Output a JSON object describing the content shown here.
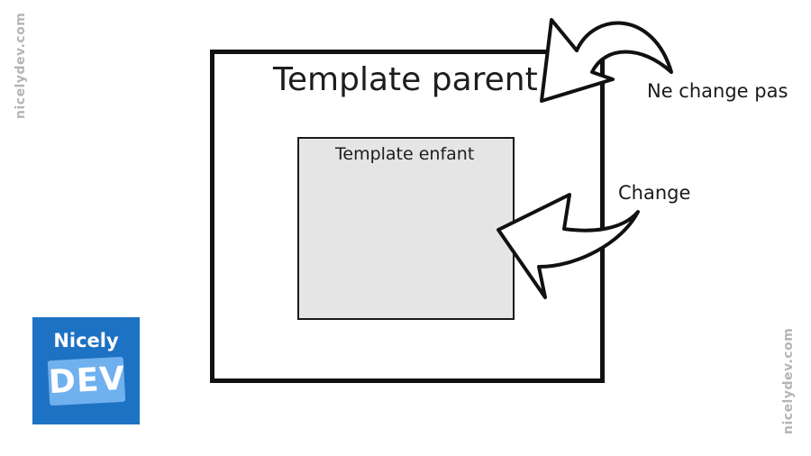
{
  "watermark_text": "nicelydev.com",
  "diagram": {
    "parent_title": "Template parent",
    "child_title": "Template enfant",
    "arrow_top_label": "Ne change pas",
    "arrow_bottom_label": "Change"
  },
  "logo": {
    "top_text": "Nicely",
    "bottom_text": "DEV",
    "background_color": "#1e72c4",
    "accent_color": "#6fb0ee"
  }
}
